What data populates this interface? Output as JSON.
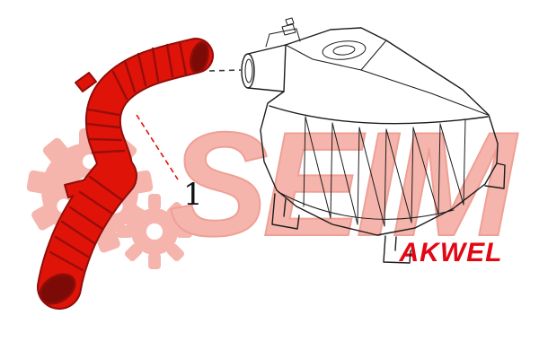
{
  "diagram": {
    "part_label": "1",
    "logo": {
      "watermark": "SEIM",
      "brand": "AKWEL"
    },
    "colors": {
      "hose_red": "#e01309",
      "hose_dark_red": "#8f0d0a",
      "hose_inner": "#7c0b07",
      "watermark_pink": "#f5b5ac",
      "watermark_pink_outline": "#efa096",
      "brand_red": "#e30613",
      "line_art": "#1c1c1c",
      "background": "#ffffff"
    }
  }
}
